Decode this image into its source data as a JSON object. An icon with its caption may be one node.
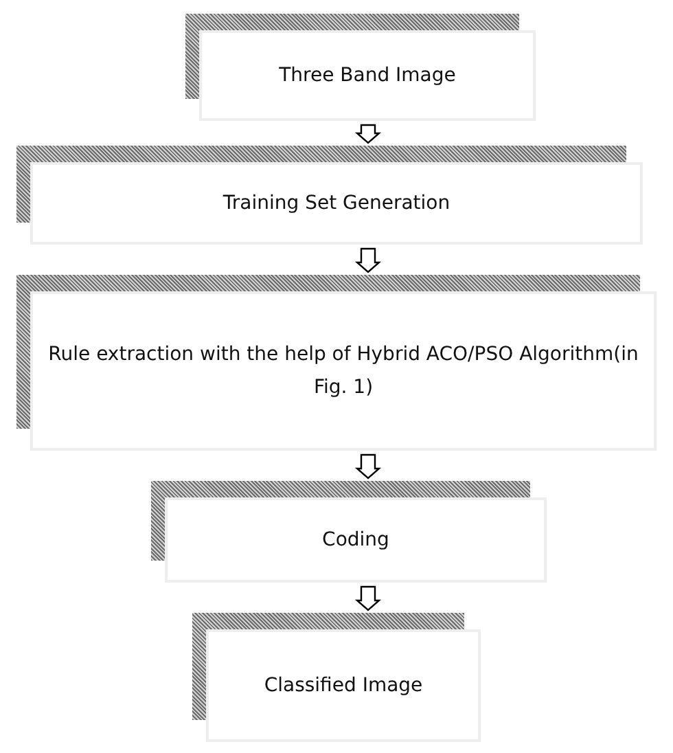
{
  "diagram": {
    "nodes": [
      {
        "text": [
          "Three Band Image"
        ]
      },
      {
        "text": [
          "Training Set Generation"
        ]
      },
      {
        "text": [
          "Rule extraction with the help of Hybrid ACO/PSO Algorithm(in Fig. 1)"
        ]
      },
      {
        "text": [
          "Coding"
        ]
      },
      {
        "text": [
          "Classified Image"
        ]
      }
    ],
    "edges": [
      {
        "from": 0,
        "to": 1,
        "arrow": "to"
      },
      {
        "from": 1,
        "to": 2,
        "arrow": "to"
      },
      {
        "from": 2,
        "to": 3,
        "arrow": "to"
      },
      {
        "from": 3,
        "to": 4,
        "arrow": "to"
      }
    ]
  }
}
